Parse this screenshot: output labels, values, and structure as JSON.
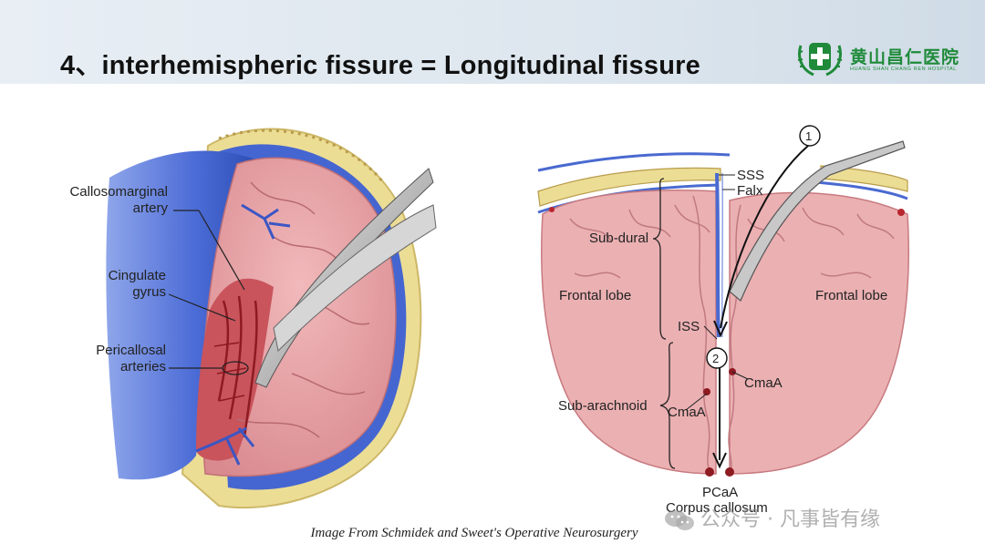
{
  "header": {
    "title": "4、interhemispheric fissure = Longitudinal fissure",
    "logo_cn": "黄山昌仁医院",
    "logo_en": "HUANG SHAN CHANG REN HOSPITAL"
  },
  "left_figure": {
    "labels": {
      "callosomarginal_1": "Callosomarginal",
      "callosomarginal_2": "artery",
      "cingulate_1": "Cingulate",
      "cingulate_2": "gyrus",
      "pericallosal_1": "Pericallosal",
      "pericallosal_2": "arteries"
    }
  },
  "right_figure": {
    "labels": {
      "sss": "SSS",
      "falx": "Falx",
      "sub_dural": "Sub-dural",
      "frontal_lobe_left": "Frontal lobe",
      "frontal_lobe_right": "Frontal lobe",
      "iss": "ISS",
      "cmaa_right": "CmaA",
      "sub_arachnoid": "Sub-arachnoid",
      "cmaa_left": "CmaA",
      "pcaa": "PCaA",
      "corpus_callosum": "Corpus callosum",
      "marker_1": "1",
      "marker_2": "2"
    }
  },
  "caption": "Image From Schmidek and Sweet's Operative Neurosurgery",
  "watermark": "公众号 · 凡事皆有缘",
  "colors": {
    "brain_pink": "#e8a6a8",
    "vein_blue": "#4a6ad0",
    "bone_yellow": "#e9d98a",
    "artery_red": "#b8262e",
    "logo_green": "#1f8a3a"
  }
}
